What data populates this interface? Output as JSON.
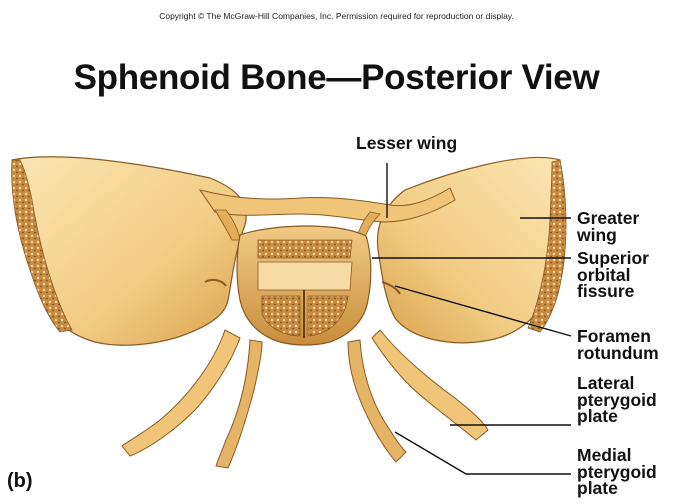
{
  "copyright": "Copyright © The McGraw-Hill Companies, Inc. Permission required for reproduction or display.",
  "title": "Sphenoid Bone—Posterior View",
  "panel_label": "(b)",
  "labels": {
    "lesser_wing": "Lesser wing",
    "greater_wing": "Greater\nwing",
    "superior_orbital_fissure": "Superior\norbital\nfissure",
    "foramen_rotundum": "Foramen\nrotundum",
    "lateral_pterygoid_plate": "Lateral\npterygoid\nplate",
    "medial_pterygoid_plate": "Medial\npterygoid\nplate"
  },
  "colors": {
    "bone": "#e9b865",
    "bone_light": "#f7dca0",
    "bone_dark": "#b67a2c",
    "bone_edge": "#8a5a22",
    "leader": "#111111"
  }
}
